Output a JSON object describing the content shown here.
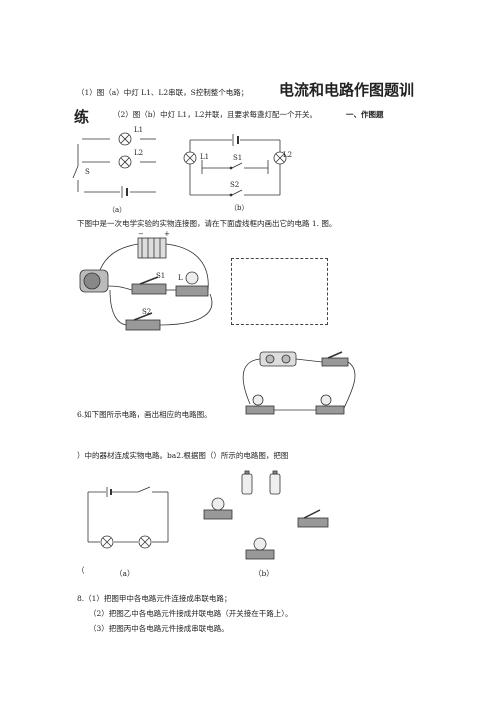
{
  "q1": {
    "line1": "（1）图（a）中灯 L1、L2串联，S控制整个电路；",
    "title_part1": "电流和电路作图题训",
    "title_part2": "练",
    "line2": "（2）图（b）中灯 L1，L2并联，且要求每盏灯配一个开关。",
    "section": "一、作图题"
  },
  "fig_a": {
    "L1": "L1",
    "L2": "L2",
    "S": "S",
    "caption": "（a）"
  },
  "fig_b": {
    "L1": "L1",
    "L2": "L2",
    "S1": "S1",
    "S2": "S2",
    "caption": "（b）"
  },
  "q2": {
    "instruction": "下图中是一次电学实验的实物连接图，请在下面虚线框内画出它的电路 1.  图。",
    "minus": "−",
    "plus": "+",
    "S1": "S1",
    "L": "L",
    "S2": "S2"
  },
  "q6": {
    "text": "6.如下图所示电路，画出相应的电路图。"
  },
  "q7": {
    "text": "）中的器材连成实物电路。ba2.根据图（）所示的电路图，把图",
    "paren": "（",
    "caption_a": "（a）",
    "caption_b": "（b）"
  },
  "q8": {
    "line1": "8.（1）把图甲中各电路元件连接成串联电路；",
    "line2": "（2）把图乙中各电路元件接成并联电路（开关接在干路上）。",
    "line3": "（3）把图丙中各电路元件接成串联电路。"
  }
}
